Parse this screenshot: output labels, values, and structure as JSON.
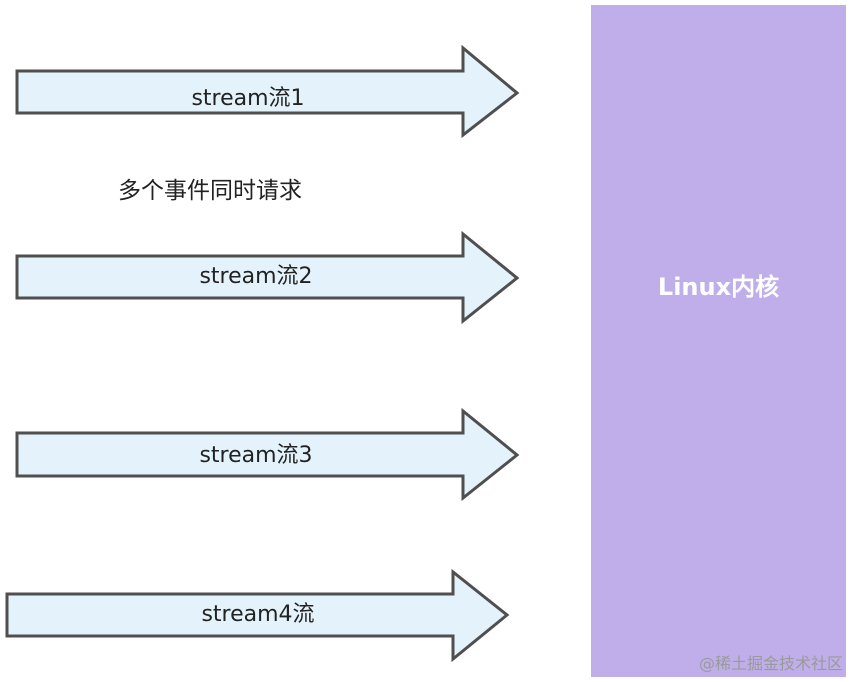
{
  "streams": [
    {
      "label": "stream流1"
    },
    {
      "label": "stream流2"
    },
    {
      "label": "stream流3"
    },
    {
      "label": "stream4流"
    }
  ],
  "caption": "多个事件同时请求",
  "kernel": {
    "label": "Linux内核"
  },
  "watermark": "@稀土掘金技术社区",
  "colors": {
    "arrow_fill": "#e4f3fb",
    "arrow_stroke": "#4f4f4f",
    "kernel_fill": "#bfaee9",
    "kernel_text": "#ffffff"
  }
}
